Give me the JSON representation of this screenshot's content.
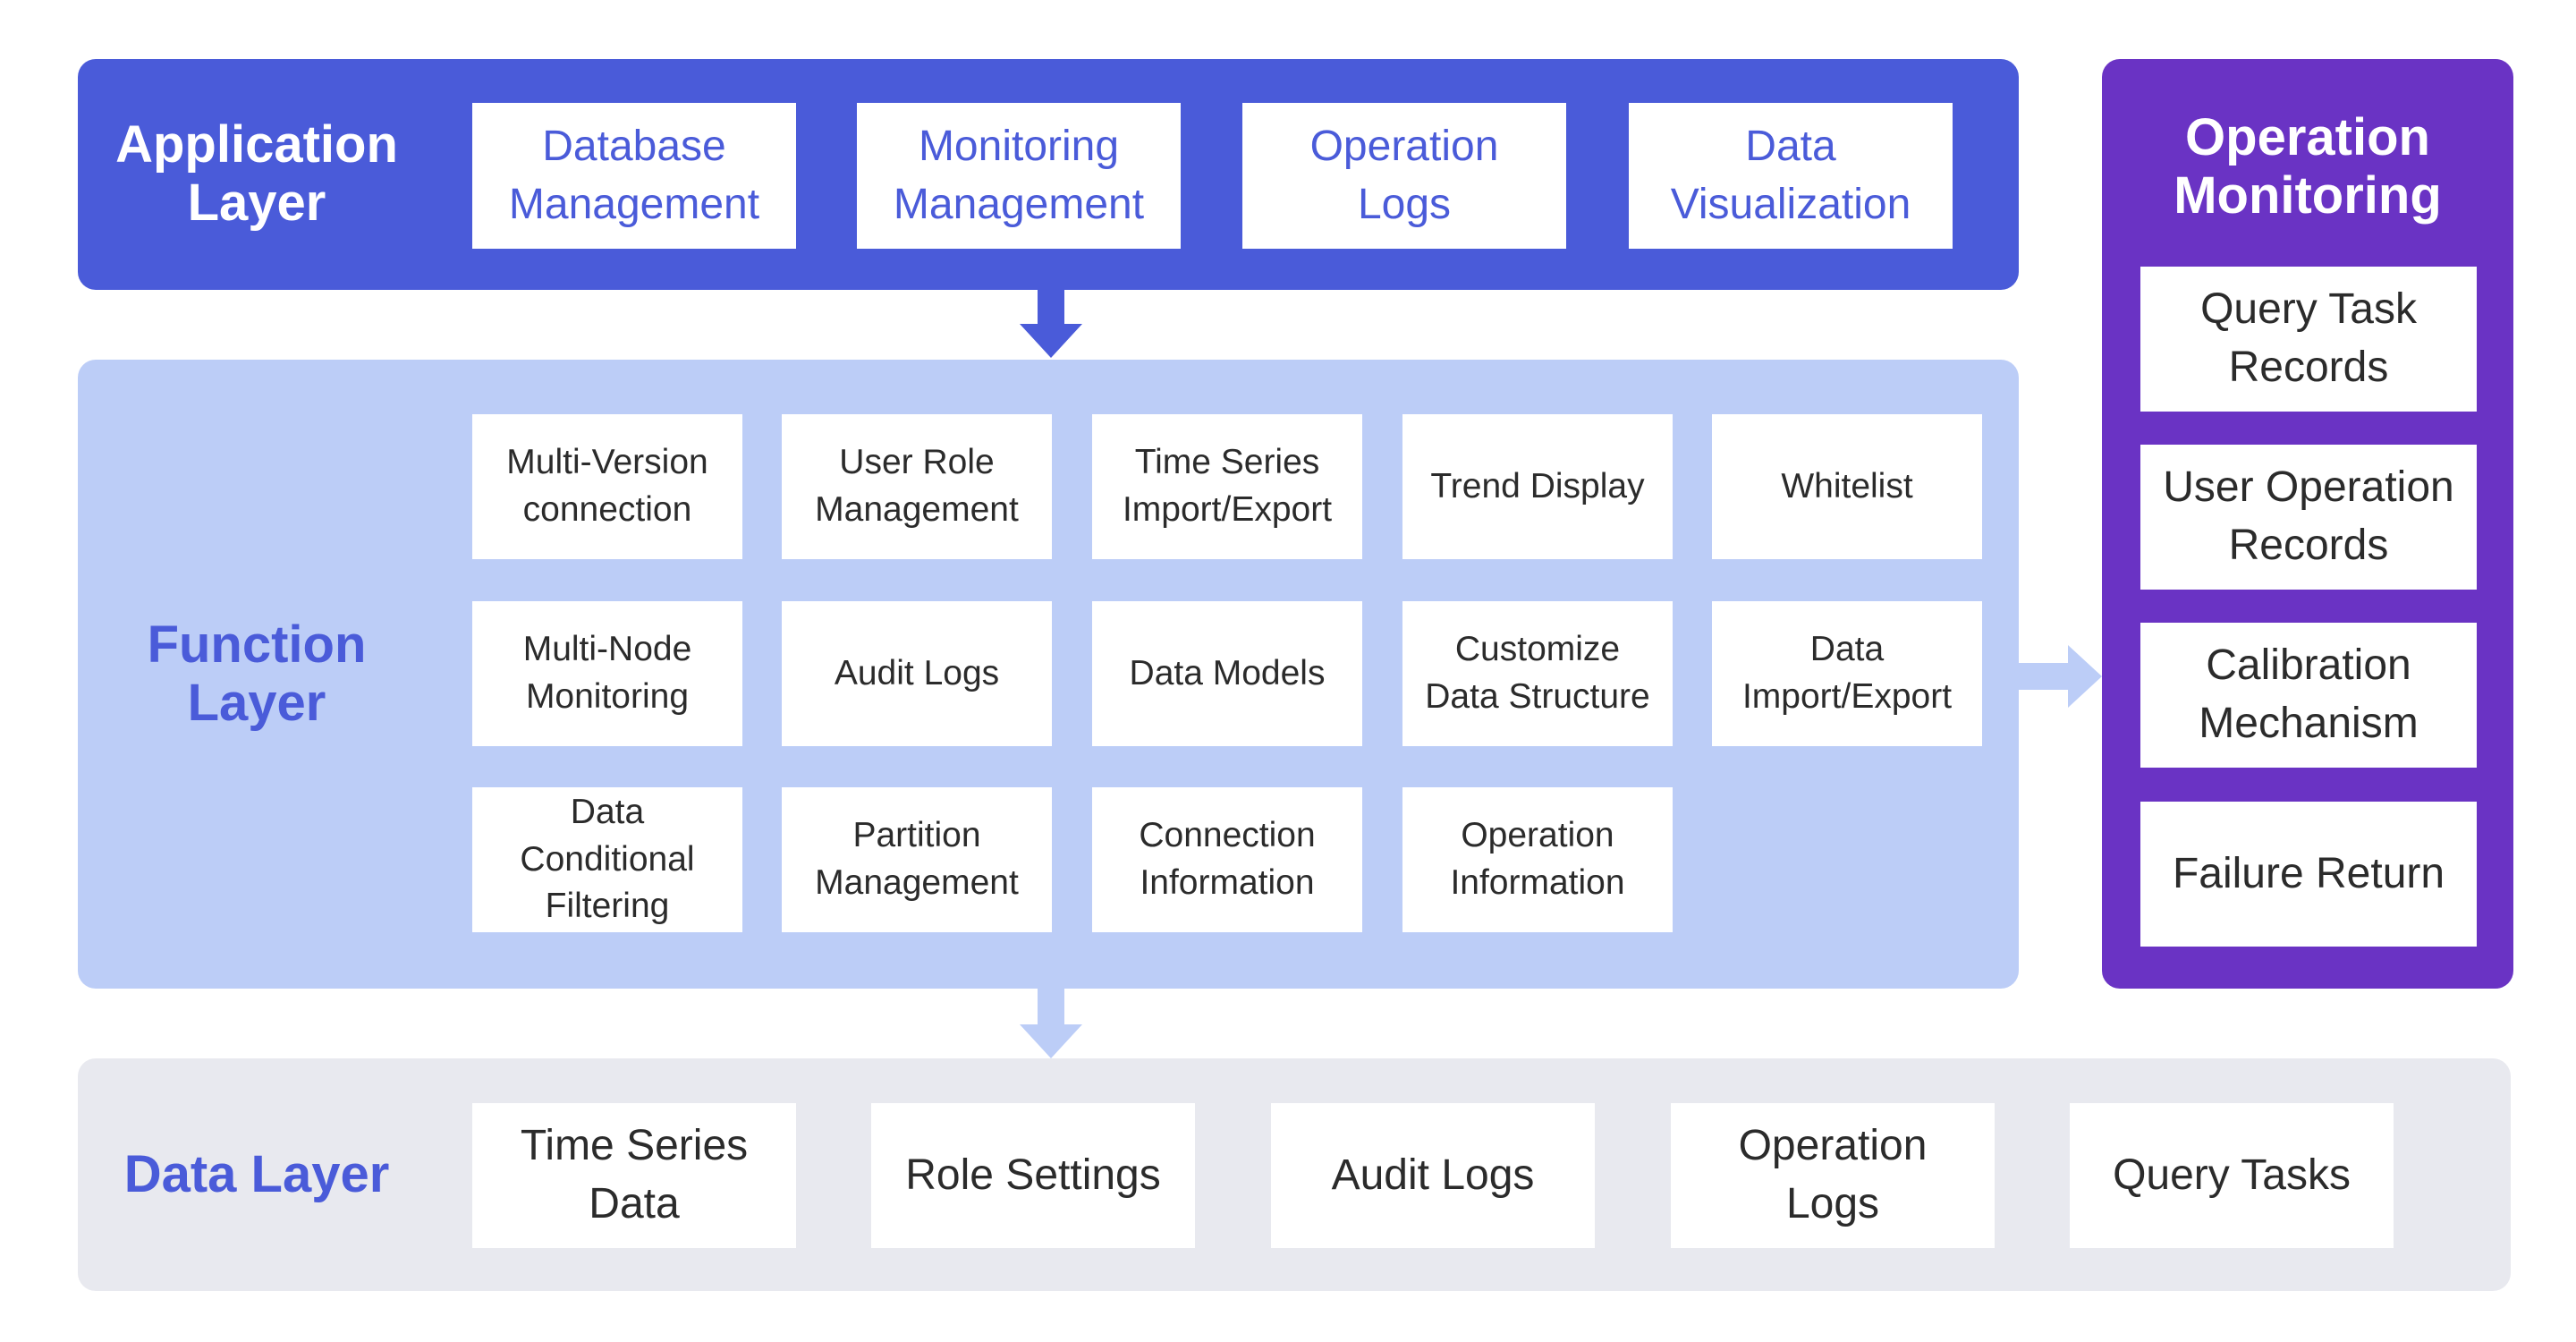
{
  "application_layer": {
    "title": "Application\nLayer",
    "modules": [
      "Database\nManagement",
      "Monitoring\nManagement",
      "Operation\nLogs",
      "Data\nVisualization"
    ]
  },
  "function_layer": {
    "title": "Function\nLayer",
    "rows": [
      [
        "Multi-Version\nconnection",
        "User Role\nManagement",
        "Time Series\nImport/Export",
        "Trend Display",
        "Whitelist"
      ],
      [
        "Multi-Node\nMonitoring",
        "Audit  Logs",
        "Data Models",
        "Customize\nData Structure",
        "Data\nImport/Export"
      ],
      [
        "Data\nConditional\nFiltering",
        "Partition\nManagement",
        "Connection\nInformation",
        "Operation\nInformation"
      ]
    ]
  },
  "data_layer": {
    "title": "Data Layer",
    "items": [
      "Time Series\nData",
      "Role Settings",
      "Audit Logs",
      "Operation\nLogs",
      "Query Tasks"
    ]
  },
  "operation_monitoring": {
    "title": "Operation\nMonitoring",
    "items": [
      "Query Task\nRecords",
      "User Operation\nRecords",
      "Calibration\nMechanism",
      "Failure Return"
    ]
  },
  "colors": {
    "application": "#4a5bd9",
    "function": "#bccdf7",
    "data": "#e8e9ef",
    "operation_monitoring": "#6a33c4"
  }
}
